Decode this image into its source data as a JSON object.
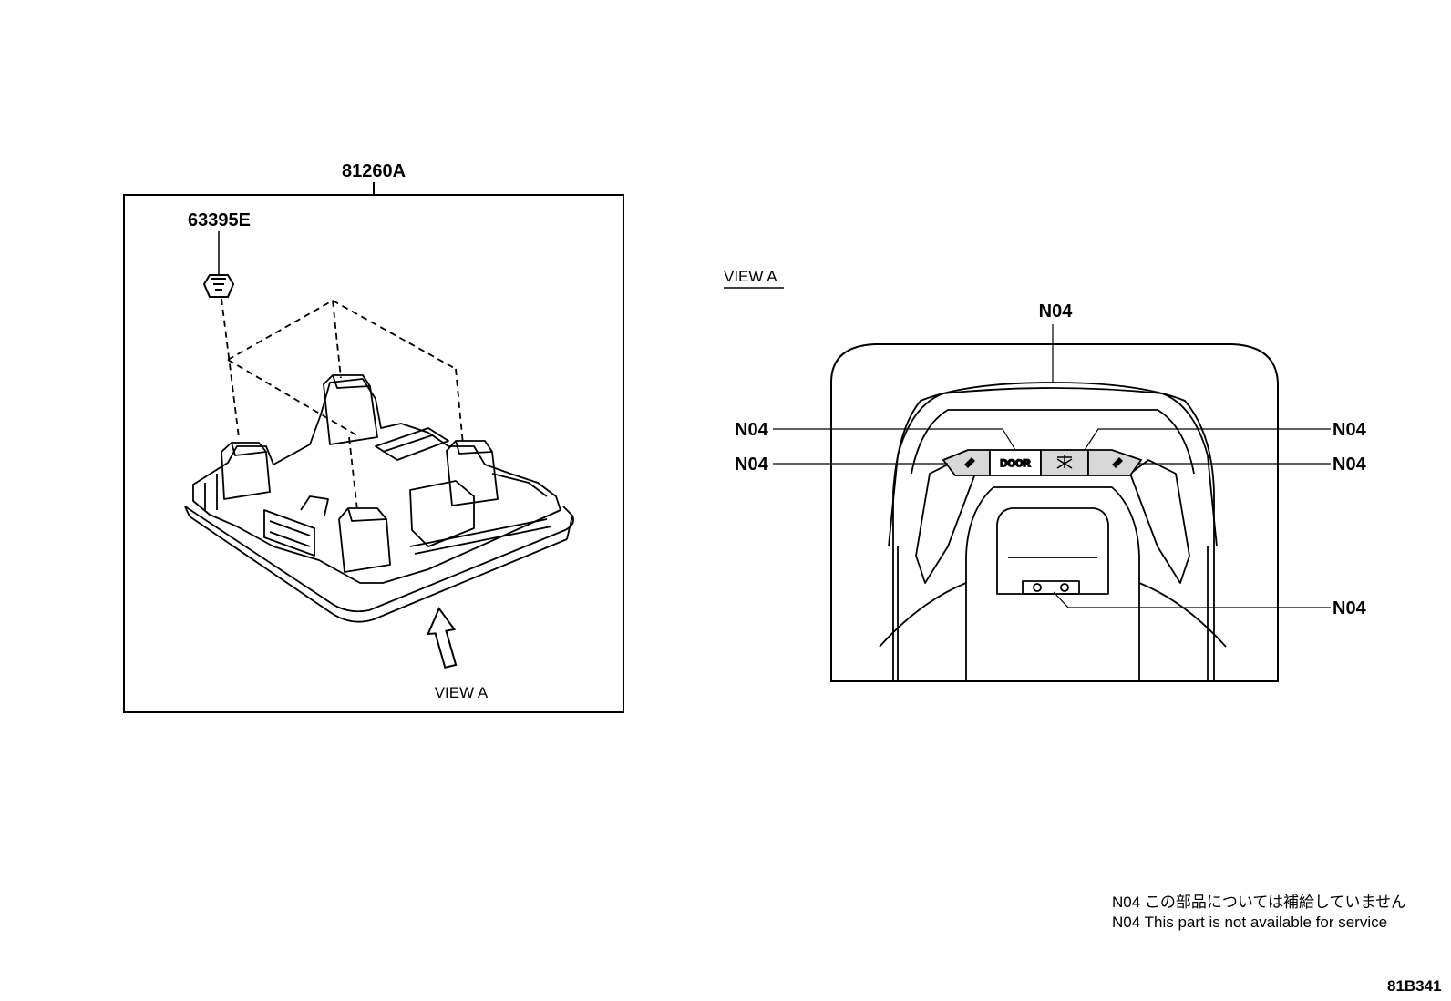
{
  "left_view": {
    "assembly_part": "81260A",
    "clip_part": "63395E",
    "arrow_label": "VIEW A"
  },
  "right_view": {
    "heading": "VIEW A",
    "callouts": [
      "N04",
      "N04",
      "N04",
      "N04",
      "N04",
      "N04"
    ],
    "button_door": "DOOR"
  },
  "notes": {
    "jp": "N04 この部品については補給していません",
    "en": "N04 This part is not available for service"
  },
  "diagram_code": "81B341"
}
